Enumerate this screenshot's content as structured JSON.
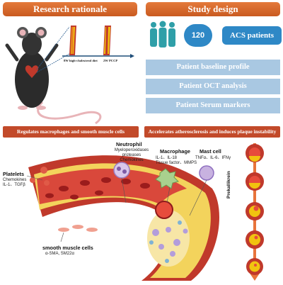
{
  "left_header": "Research rationale",
  "right_header": "Study design",
  "mouse_panel": {
    "diet_label": "8W high-cholesterol diet",
    "pcc_label": "2W PCCP"
  },
  "study": {
    "count": "120",
    "patients_label": "ACS patients",
    "boxes": [
      "Patient baseline profile",
      "Patient OCT analysis",
      "Patient Serum markers"
    ]
  },
  "bands": {
    "left": "Regulates macrophages and smooth muscle cells",
    "right": "Accelerates atherosclerosis and induces plaque instability"
  },
  "cells": {
    "neutrophil": {
      "title": "Neutrophil",
      "lines": [
        "Myeloperoxidases",
        "proteases",
        "Chemokines"
      ]
    },
    "macrophage": {
      "title": "Macrophage",
      "lines": [
        "IL-1、IL-18",
        "Tissue factor、MMPS"
      ]
    },
    "mast_cell": {
      "title": "Mast cell",
      "lines": [
        "TNFα、IL-6、IFNγ"
      ]
    },
    "platelets": {
      "title": "Platelets",
      "lines": [
        "Chemokines",
        "IL-1、TGFβ"
      ]
    },
    "smooth_muscle": {
      "title": "smooth muscle cells",
      "lines": [
        "α-SMA, SM22α"
      ]
    }
  },
  "side_label": "Prekallikrein",
  "colors": {
    "header_orange": "#d76a2d",
    "band_red": "#c24a2a",
    "blue_box": "#a9c8e2",
    "accent_blue": "#2e88c6",
    "people_teal": "#2f9fa8"
  }
}
